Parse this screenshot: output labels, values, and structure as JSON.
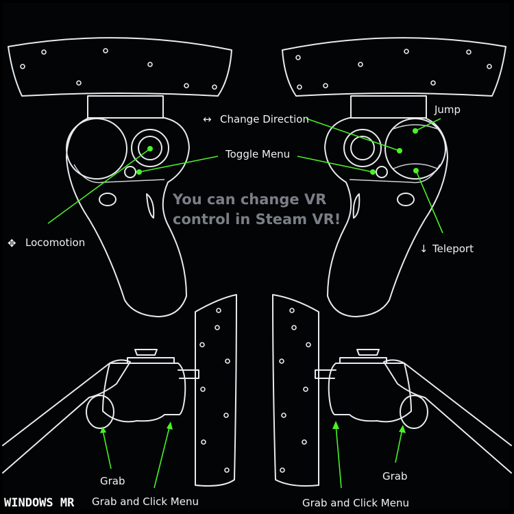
{
  "notice": {
    "line1": "You can change VR",
    "line2": "control in Steam VR!"
  },
  "brand": "WINDOWS MR",
  "colors": {
    "background": "#020405",
    "outline": "#e9ecef",
    "pointer": "#4af226",
    "notice": "#7a7f86"
  },
  "labels": {
    "change_direction": {
      "icon": "↔",
      "text": "Change Direction"
    },
    "jump": {
      "text": "Jump"
    },
    "toggle_menu": {
      "text": "Toggle Menu"
    },
    "locomotion": {
      "icon": "✥",
      "text": "Locomotion"
    },
    "teleport": {
      "icon": "↓",
      "text": "Teleport"
    },
    "grab_left": {
      "text": "Grab"
    },
    "grab_click_left": {
      "text": "Grab and Click Menu"
    },
    "grab_click_right": {
      "text": "Grab and Click Menu"
    },
    "grab_right": {
      "text": "Grab"
    }
  }
}
